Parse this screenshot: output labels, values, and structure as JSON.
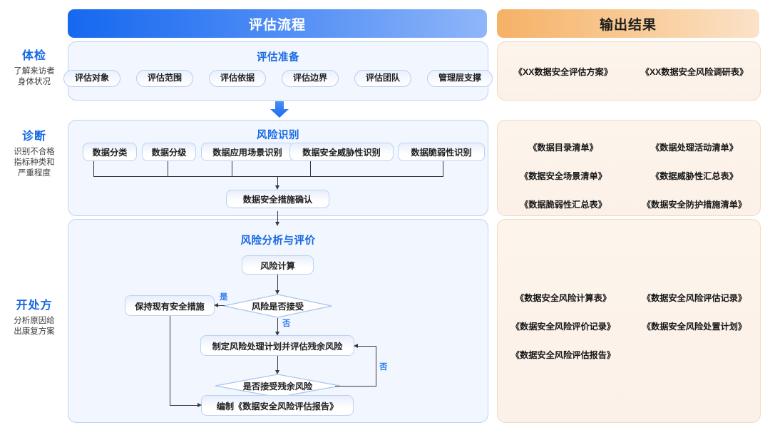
{
  "headers": {
    "left": "评估流程",
    "right": "输出结果"
  },
  "colors": {
    "header_blue_start": "#1668ef",
    "header_blue_end": "#8fb6f8",
    "header_orange_start": "#f5b166",
    "header_orange_end": "#fbe2c8",
    "accent_blue": "#1668e3",
    "panel_left_bg": "#f2f6fe",
    "panel_right_bg": "#fdf4ec",
    "connector": "#3a3a3a",
    "yes_no_label": "#2f7bf0"
  },
  "stages": [
    {
      "title": "体检",
      "desc_line1": "了解来访者",
      "desc_line2": "身体状况"
    },
    {
      "title": "诊断",
      "desc_line1": "识别不合格",
      "desc_line2": "指标种类和",
      "desc_line3": "严重程度"
    },
    {
      "title": "开处方",
      "desc_line1": "分析原因给",
      "desc_line2": "出康复方案"
    }
  ],
  "phase1": {
    "title": "评估准备",
    "pills": [
      "评估对象",
      "评估范围",
      "评估依据",
      "评估边界",
      "评估团队",
      "管理层支撑"
    ]
  },
  "phase2": {
    "title": "风险识别",
    "boxes": [
      "数据分类",
      "数据分级",
      "数据应用场景识别",
      "数据安全威胁性识别",
      "数据脆弱性识别"
    ],
    "result_box": "数据安全措施确认"
  },
  "phase3": {
    "title": "风险分析与评价",
    "node_risk_calc": "风险计算",
    "node_keep_measures": "保持现有安全措施",
    "decision_accept_risk": "风险是否接受",
    "node_treatment_plan": "制定风险处理计划并评估残余风险",
    "decision_accept_residual": "是否接受残余风险",
    "node_compile_report": "编制《数据安全风险评估报告》",
    "label_yes": "是",
    "label_no": "否"
  },
  "outputs": {
    "row1": [
      "《XX数据安全评估方案》",
      "《XX数据安全风险调研表》"
    ],
    "row2": [
      "《数据目录清单》",
      "《数据处理活动清单》",
      "《数据安全场景清单》",
      "《数据威胁性汇总表》",
      "《数据脆弱性汇总表》",
      "《数据安全防护措施清单》"
    ],
    "row3": [
      "《数据安全风险计算表》",
      "《数据安全风险评估记录》",
      "《数据安全风险评价记录》",
      "《数据安全风险处置计划》",
      "《数据安全风险评估报告》",
      ""
    ]
  }
}
